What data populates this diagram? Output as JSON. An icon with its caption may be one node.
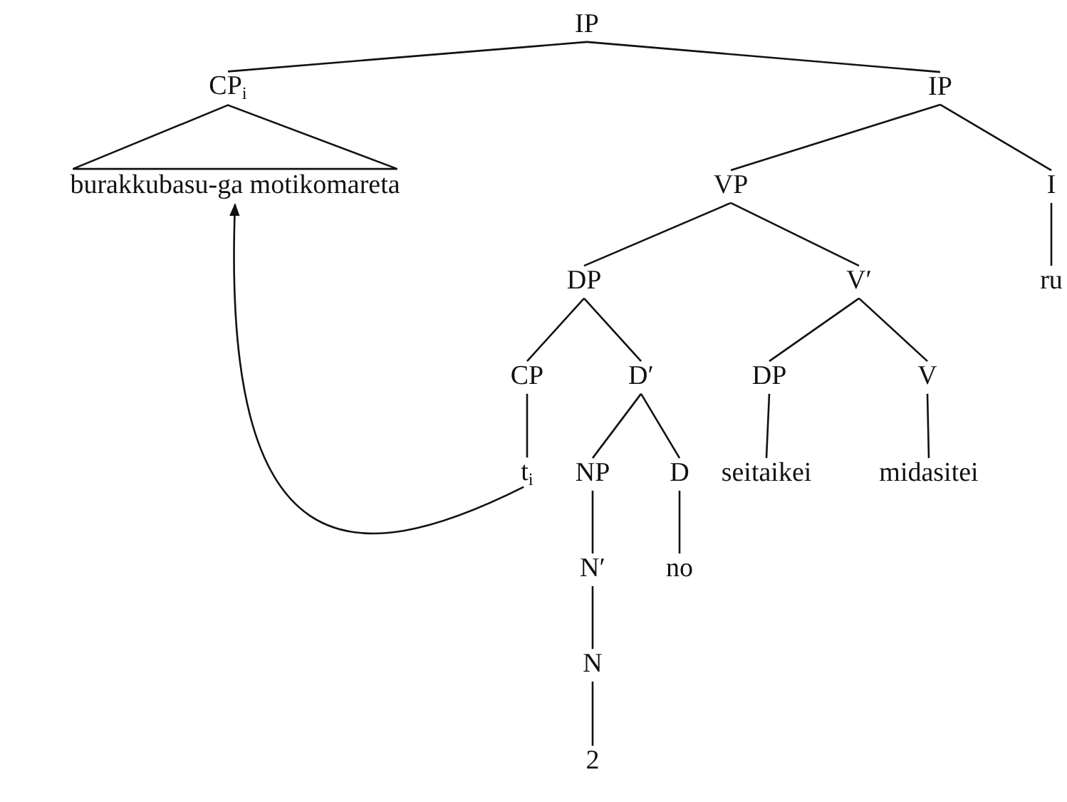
{
  "diagram": {
    "nodes": [
      {
        "text": [
          "IP"
        ]
      },
      {
        "text": [
          "CP$_{i}$"
        ]
      },
      {
        "text": [
          "IP"
        ]
      },
      {
        "text": [
          "burakkubasu-ga motikomareta"
        ]
      },
      {
        "text": [
          "VP"
        ]
      },
      {
        "text": [
          "I"
        ]
      },
      {
        "text": [
          "DP"
        ]
      },
      {
        "text": [
          "V′"
        ]
      },
      {
        "text": [
          "ru"
        ]
      },
      {
        "text": [
          "CP"
        ]
      },
      {
        "text": [
          "D′"
        ]
      },
      {
        "text": [
          "DP"
        ]
      },
      {
        "text": [
          "V"
        ]
      },
      {
        "text": [
          "t$_{i}$"
        ]
      },
      {
        "text": [
          "NP"
        ]
      },
      {
        "text": [
          "D"
        ]
      },
      {
        "text": [
          "seitaikei"
        ]
      },
      {
        "text": [
          "midasitei"
        ]
      },
      {
        "text": [
          "N′"
        ]
      },
      {
        "text": [
          "no"
        ]
      },
      {
        "text": [
          "N"
        ]
      },
      {
        "text": [
          "2"
        ]
      }
    ],
    "edges": [
      {
        "from": 0,
        "to": 1,
        "arrow": "none"
      },
      {
        "from": 0,
        "to": 2,
        "arrow": "none"
      },
      {
        "from": 1,
        "to": 3,
        "arrow": "none"
      },
      {
        "from": 2,
        "to": 4,
        "arrow": "none"
      },
      {
        "from": 2,
        "to": 5,
        "arrow": "none"
      },
      {
        "from": 4,
        "to": 6,
        "arrow": "none"
      },
      {
        "from": 4,
        "to": 7,
        "arrow": "none"
      },
      {
        "from": 5,
        "to": 8,
        "arrow": "none"
      },
      {
        "from": 6,
        "to": 9,
        "arrow": "none"
      },
      {
        "from": 6,
        "to": 10,
        "arrow": "none"
      },
      {
        "from": 7,
        "to": 11,
        "arrow": "none"
      },
      {
        "from": 7,
        "to": 12,
        "arrow": "none"
      },
      {
        "from": 9,
        "to": 13,
        "arrow": "none"
      },
      {
        "from": 10,
        "to": 14,
        "arrow": "none"
      },
      {
        "from": 10,
        "to": 15,
        "arrow": "none"
      },
      {
        "from": 11,
        "to": 16,
        "arrow": "none"
      },
      {
        "from": 12,
        "to": 17,
        "arrow": "none"
      },
      {
        "from": 14,
        "to": 18,
        "arrow": "none"
      },
      {
        "from": 15,
        "to": 19,
        "arrow": "none"
      },
      {
        "from": 18,
        "to": 20,
        "arrow": "none"
      },
      {
        "from": 20,
        "to": 21,
        "arrow": "none"
      },
      {
        "from": 13,
        "to": 3,
        "arrow": "to"
      }
    ]
  }
}
